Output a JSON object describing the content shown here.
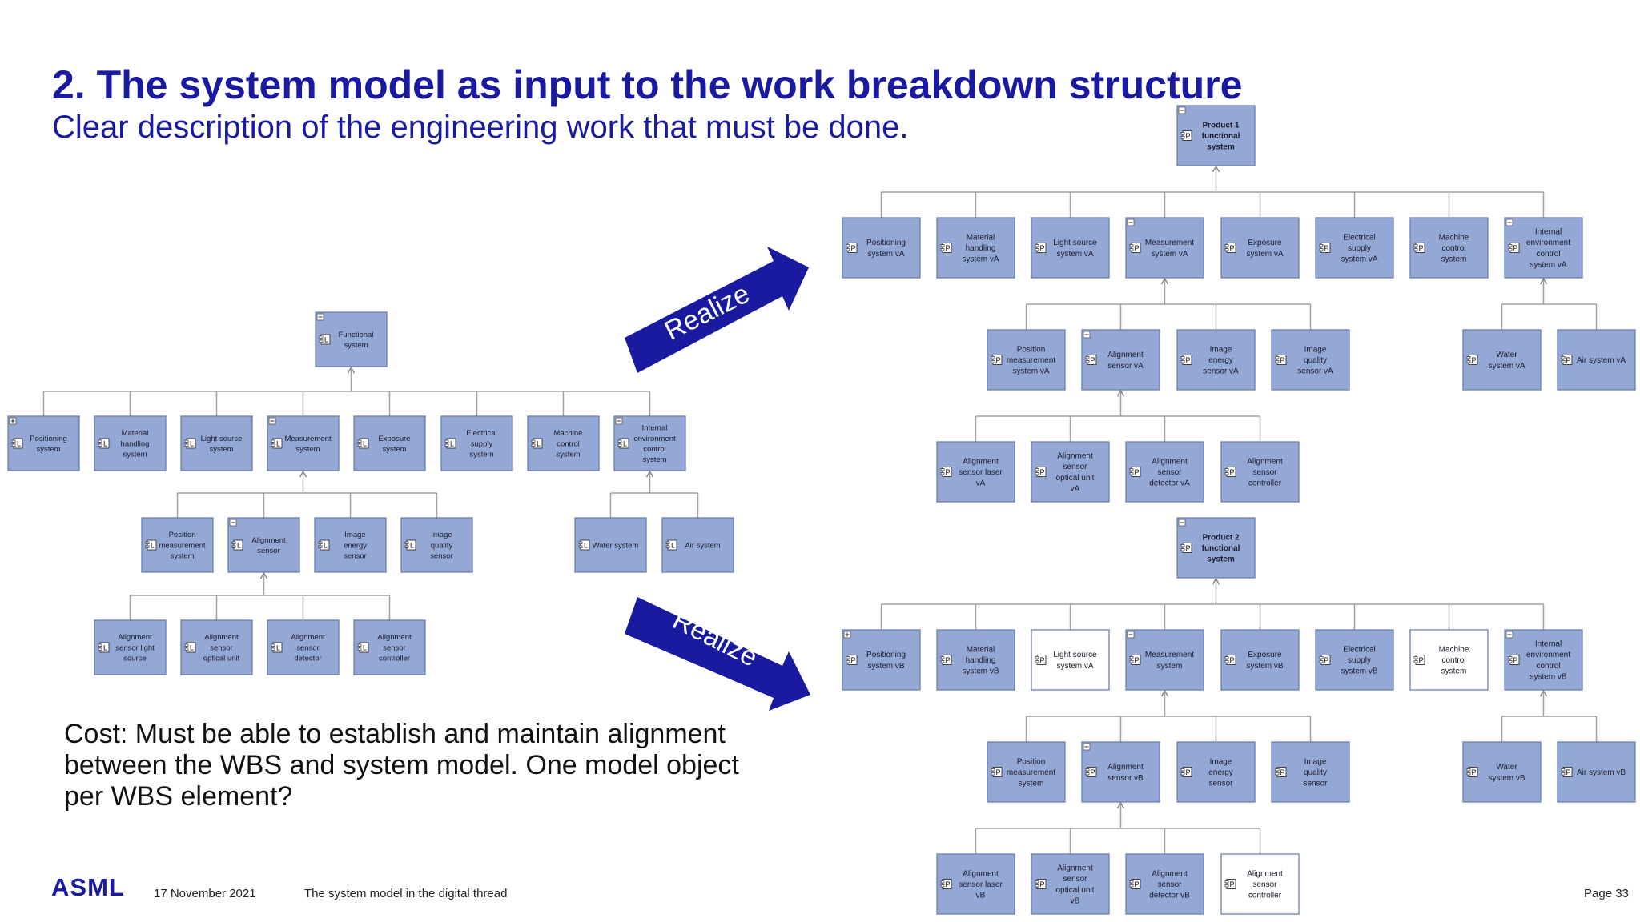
{
  "slide": {
    "title": "2. The system model as input to the work breakdown structure",
    "subtitle": "Clear description of the engineering work that must be done.",
    "cost_text": "Cost: Must be able to establish and maintain alignment between the WBS and system model. One model object per WBS element?",
    "arrow_label_top": "Realize",
    "arrow_label_bottom": "Realize",
    "footer": {
      "logo": "ASML",
      "date": "17 November 2021",
      "topic": "The system model in the digital thread",
      "page": "Page 33"
    }
  },
  "colors": {
    "accent": "#1a1aa0",
    "box_fill": "#94a8d6",
    "box_border": "#6c7fae",
    "box_white": "#ffffff",
    "connector": "#a0a0a0"
  },
  "diagrams": [
    {
      "id": "functional-tree",
      "stereotype": "L",
      "nodes": [
        {
          "id": "fs",
          "label": [
            "Functional",
            "system"
          ],
          "collapse": "minus"
        },
        {
          "id": "f1",
          "label": [
            "Positioning",
            "system"
          ],
          "collapse": "plus"
        },
        {
          "id": "f2",
          "label": [
            "Material",
            "handling",
            "system"
          ]
        },
        {
          "id": "f3",
          "label": [
            "Light source",
            "system"
          ]
        },
        {
          "id": "f4",
          "label": [
            "Measurement",
            "system"
          ],
          "collapse": "minus"
        },
        {
          "id": "f5",
          "label": [
            "Exposure",
            "system"
          ]
        },
        {
          "id": "f6",
          "label": [
            "Electrical",
            "supply",
            "system"
          ]
        },
        {
          "id": "f7",
          "label": [
            "Machine",
            "control",
            "system"
          ]
        },
        {
          "id": "f8",
          "label": [
            "Internal",
            "environment",
            "control",
            "system"
          ],
          "collapse": "minus"
        },
        {
          "id": "f41",
          "label": [
            "Position",
            "measurement",
            "system"
          ]
        },
        {
          "id": "f42",
          "label": [
            "Alignment",
            "sensor"
          ],
          "collapse": "minus"
        },
        {
          "id": "f43",
          "label": [
            "Image",
            "energy",
            "sensor"
          ]
        },
        {
          "id": "f44",
          "label": [
            "Image",
            "quality",
            "sensor"
          ]
        },
        {
          "id": "f81",
          "label": [
            "Water system"
          ]
        },
        {
          "id": "f82",
          "label": [
            "Air system"
          ]
        },
        {
          "id": "f421",
          "label": [
            "Alignment",
            "sensor light",
            "source"
          ]
        },
        {
          "id": "f422",
          "label": [
            "Alignment",
            "sensor",
            "optical unit"
          ]
        },
        {
          "id": "f423",
          "label": [
            "Alignment",
            "sensor",
            "detector"
          ]
        },
        {
          "id": "f424",
          "label": [
            "Alignment",
            "sensor",
            "controller"
          ]
        }
      ]
    },
    {
      "id": "product1-tree",
      "stereotype": "P",
      "nodes": [
        {
          "id": "p1",
          "label": [
            "Product 1",
            "functional",
            "system"
          ],
          "bold": true,
          "collapse": "minus"
        },
        {
          "id": "a1",
          "label": [
            "Positioning",
            "system vA"
          ]
        },
        {
          "id": "a2",
          "label": [
            "Material",
            "handling",
            "system vA"
          ]
        },
        {
          "id": "a3",
          "label": [
            "Light source",
            "system vA"
          ]
        },
        {
          "id": "a4",
          "label": [
            "Measurement",
            "system vA"
          ],
          "collapse": "minus"
        },
        {
          "id": "a5",
          "label": [
            "Exposure",
            "system vA"
          ]
        },
        {
          "id": "a6",
          "label": [
            "Electrical",
            "supply",
            "system vA"
          ]
        },
        {
          "id": "a7",
          "label": [
            "Machine",
            "control",
            "system"
          ]
        },
        {
          "id": "a8",
          "label": [
            "Internal",
            "environment",
            "control",
            "system vA"
          ],
          "collapse": "minus"
        },
        {
          "id": "a41",
          "label": [
            "Position",
            "measurement",
            "system vA"
          ]
        },
        {
          "id": "a42",
          "label": [
            "Alignment",
            "sensor vA"
          ],
          "collapse": "minus"
        },
        {
          "id": "a43",
          "label": [
            "Image",
            "energy",
            "sensor vA"
          ]
        },
        {
          "id": "a44",
          "label": [
            "Image",
            "quality",
            "sensor vA"
          ]
        },
        {
          "id": "a81",
          "label": [
            "Water",
            "system vA"
          ]
        },
        {
          "id": "a82",
          "label": [
            "Air system vA"
          ]
        },
        {
          "id": "a421",
          "label": [
            "Alignment",
            "sensor laser",
            "vA"
          ]
        },
        {
          "id": "a422",
          "label": [
            "Alignment",
            "sensor",
            "optical unit",
            "vA"
          ]
        },
        {
          "id": "a423",
          "label": [
            "Alignment",
            "sensor",
            "detector vA"
          ]
        },
        {
          "id": "a424",
          "label": [
            "Alignment",
            "sensor",
            "controller"
          ]
        }
      ]
    },
    {
      "id": "product2-tree",
      "stereotype": "P",
      "nodes": [
        {
          "id": "p2",
          "label": [
            "Product 2",
            "functional",
            "system"
          ],
          "bold": true,
          "collapse": "minus"
        },
        {
          "id": "b1",
          "label": [
            "Positioning",
            "system vB"
          ],
          "collapse": "plus"
        },
        {
          "id": "b2",
          "label": [
            "Material",
            "handling",
            "system vB"
          ]
        },
        {
          "id": "b3",
          "label": [
            "Light source",
            "system vA"
          ],
          "white": true
        },
        {
          "id": "b4",
          "label": [
            "Measurement",
            "system"
          ],
          "collapse": "minus"
        },
        {
          "id": "b5",
          "label": [
            "Exposure",
            "system vB"
          ]
        },
        {
          "id": "b6",
          "label": [
            "Electrical",
            "supply",
            "system vB"
          ]
        },
        {
          "id": "b7",
          "label": [
            "Machine",
            "control",
            "system"
          ],
          "white": true
        },
        {
          "id": "b8",
          "label": [
            "Internal",
            "environment",
            "control",
            "system vB"
          ],
          "collapse": "minus"
        },
        {
          "id": "b41",
          "label": [
            "Position",
            "measurement",
            "system"
          ]
        },
        {
          "id": "b42",
          "label": [
            "Alignment",
            "sensor vB"
          ],
          "collapse": "minus"
        },
        {
          "id": "b43",
          "label": [
            "Image",
            "energy",
            "sensor"
          ]
        },
        {
          "id": "b44",
          "label": [
            "Image",
            "quality",
            "sensor"
          ]
        },
        {
          "id": "b81",
          "label": [
            "Water",
            "system vB"
          ]
        },
        {
          "id": "b82",
          "label": [
            "Air system vB"
          ]
        },
        {
          "id": "b421",
          "label": [
            "Alignment",
            "sensor laser",
            "vB"
          ]
        },
        {
          "id": "b422",
          "label": [
            "Alignment",
            "sensor",
            "optical unit",
            "vB"
          ]
        },
        {
          "id": "b423",
          "label": [
            "Alignment",
            "sensor",
            "detector vB"
          ]
        },
        {
          "id": "b424",
          "label": [
            "Alignment",
            "sensor",
            "controller"
          ],
          "white": true
        }
      ]
    }
  ]
}
